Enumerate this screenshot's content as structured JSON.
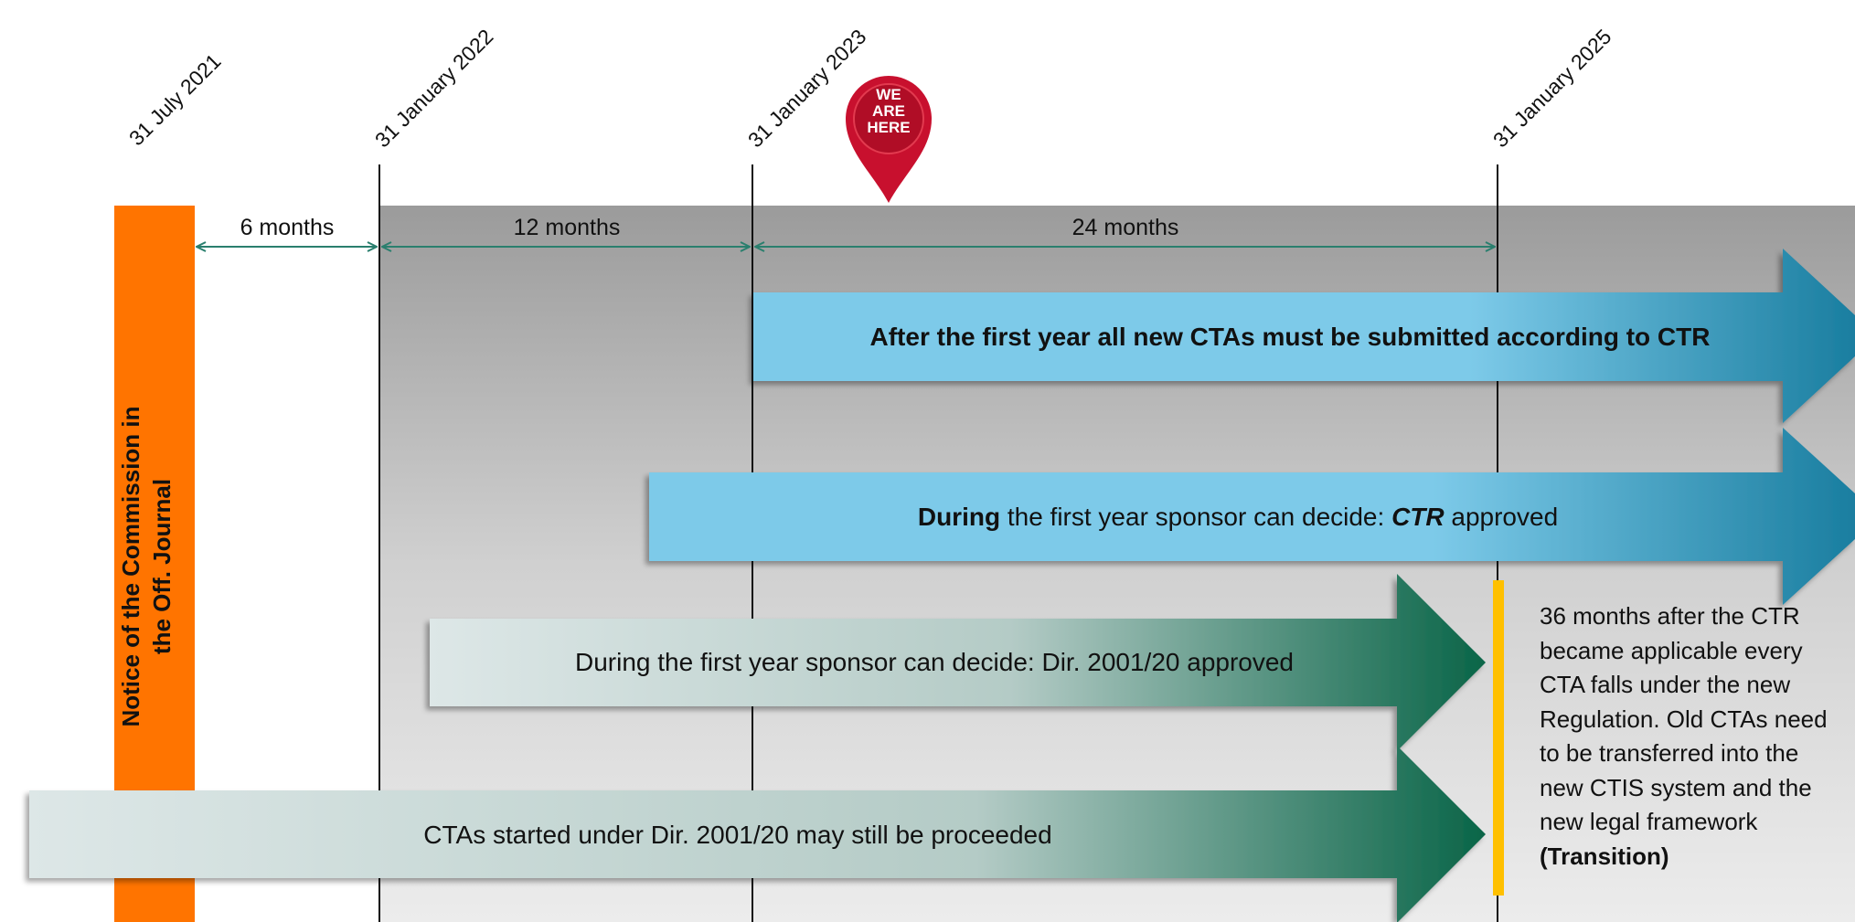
{
  "timeline": {
    "dates": [
      "31 July 2021",
      "31 January 2022",
      "31 January 2023",
      "31 January 2025"
    ],
    "durations": [
      "6 months",
      "12 months",
      "24 months"
    ]
  },
  "marker": {
    "line1": "WE",
    "line2": "ARE",
    "line3": "HERE"
  },
  "notice": {
    "line1": "Notice of the Commission in",
    "line2": "the Off. Journal"
  },
  "arrows": {
    "ctr_after_first_year": "After the first year all new CTAs must be submitted according to CTR",
    "ctr_during": {
      "lead": "During",
      "middle": " the first year sponsor can decide: ",
      "emph": "CTR",
      "tail": " approved"
    },
    "dir_during": "During the first year sponsor can decide: Dir. 2001/20 approved",
    "dir_proceeded": "CTAs started under Dir. 2001/20 may still be proceeded"
  },
  "transition_note": {
    "text": "36 months after the CTR became applicable every CTA falls under the new Regulation. Old CTAs need to be transferred into the new CTIS system and the new legal framework ",
    "emph": "(Transition)"
  },
  "colors": {
    "notice_bar": "#FF7400",
    "transition_bar": "#FFC000",
    "ctr_arrow_light": "#7DCAE9",
    "ctr_arrow_dark": "#1A7EA0",
    "dir_arrow_light": "#DCE6E6",
    "dir_arrow_dark": "#0A6548",
    "marker_red": "#C8102E",
    "dimension_line": "#2A7F6E"
  }
}
